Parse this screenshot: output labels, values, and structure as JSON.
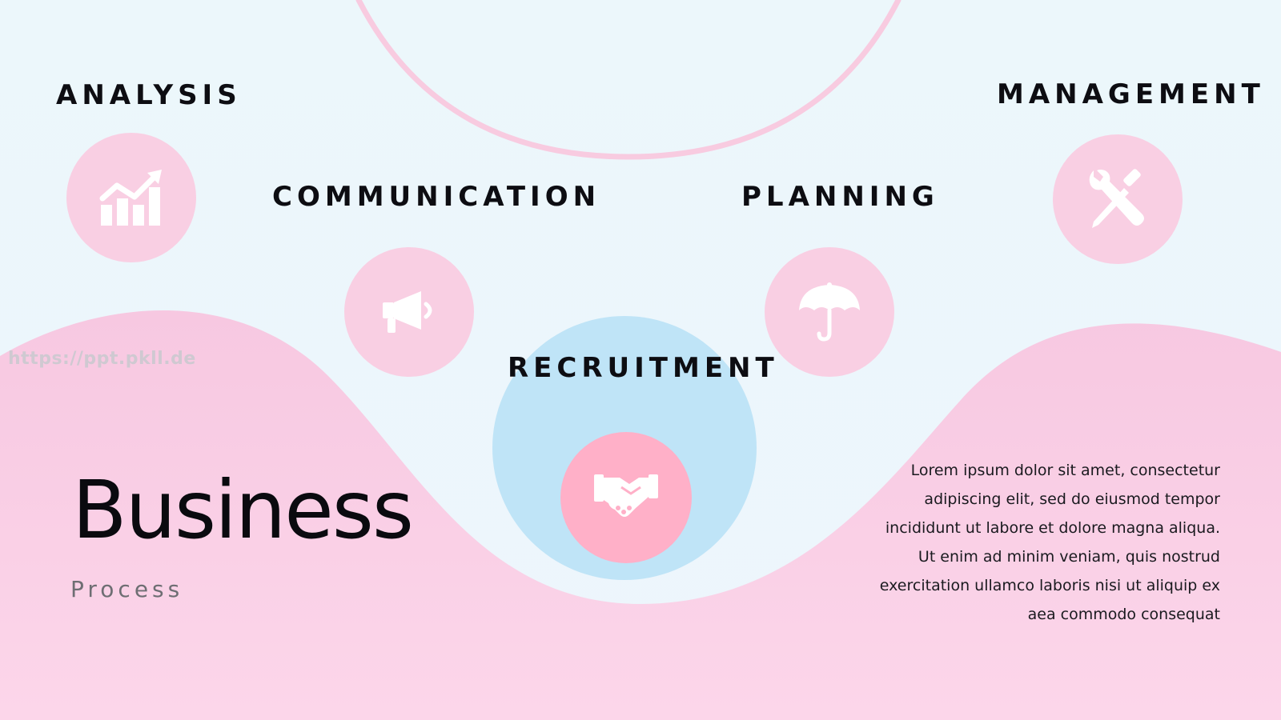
{
  "colors": {
    "pink_wave": "#fad1e6",
    "pink_circle": "#f9cfe3",
    "pink_accent": "#ffb0c8",
    "blue_circle": "#bfe4f7",
    "arc_stroke": "#f8cbe0",
    "text_dark": "#0d0d12",
    "text_gray": "#6e6e73"
  },
  "labels": {
    "analysis": "ANALYSIS",
    "communication": "COMMUNICATION",
    "recruitment": "RECRUITMENT",
    "planning": "PLANNING",
    "management": "MANAGEMENT"
  },
  "icons": {
    "analysis": "bar-chart-icon",
    "communication": "megaphone-icon",
    "recruitment": "handshake-icon",
    "planning": "umbrella-icon",
    "management": "tools-icon"
  },
  "watermark": "https://ppt.pkll.de",
  "title": "Business",
  "subtitle": "Process",
  "body": "Lorem ipsum dolor sit amet, consectetur adipiscing elit, sed do eiusmod tempor incididunt ut labore et dolore magna aliqua. Ut enim ad minim veniam, quis nostrud exercitation ullamco laboris nisi ut aliquip ex aea commodo consequat"
}
